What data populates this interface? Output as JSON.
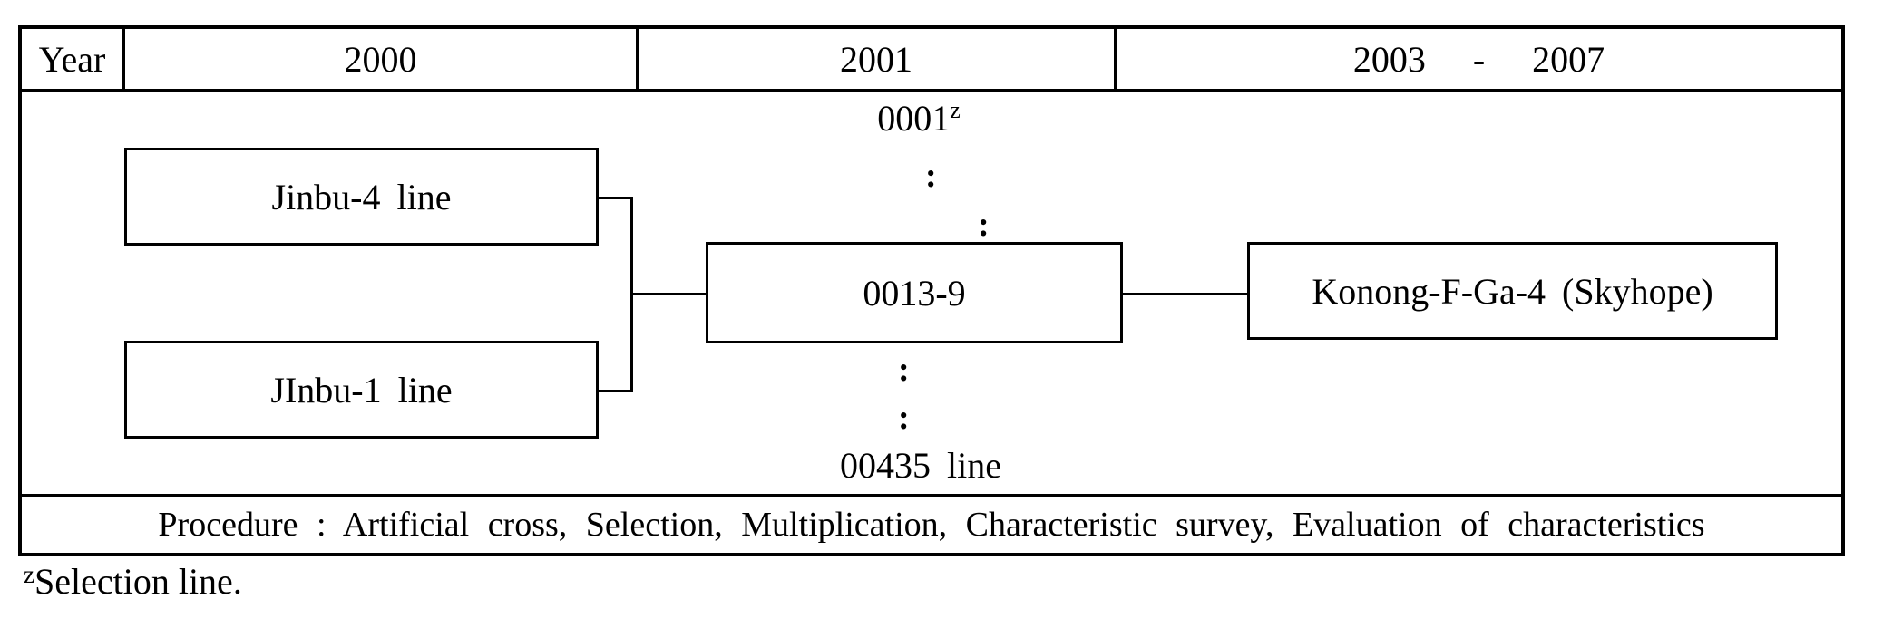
{
  "header": {
    "year_label": "Year",
    "periods": [
      "2000",
      "2001",
      "2003 - 2007"
    ]
  },
  "diagram": {
    "parent_line_top": "Jinbu-4 line",
    "parent_line_bottom": "JInbu-1 line",
    "selected_line_top": "0001",
    "selected_line_top_sup": "z",
    "intermediate_line": "0013-9",
    "released_cultivar": "Konong-F-Ga-4 (Skyhope)",
    "selected_line_bottom": "00435 line",
    "dotted_colon": ":"
  },
  "procedure": {
    "text": "Procedure : Artificial cross, Selection, Multiplication, Characteristic survey, Evaluation of characteristics"
  },
  "footnote": {
    "sup": "z",
    "text": "Selection line."
  }
}
